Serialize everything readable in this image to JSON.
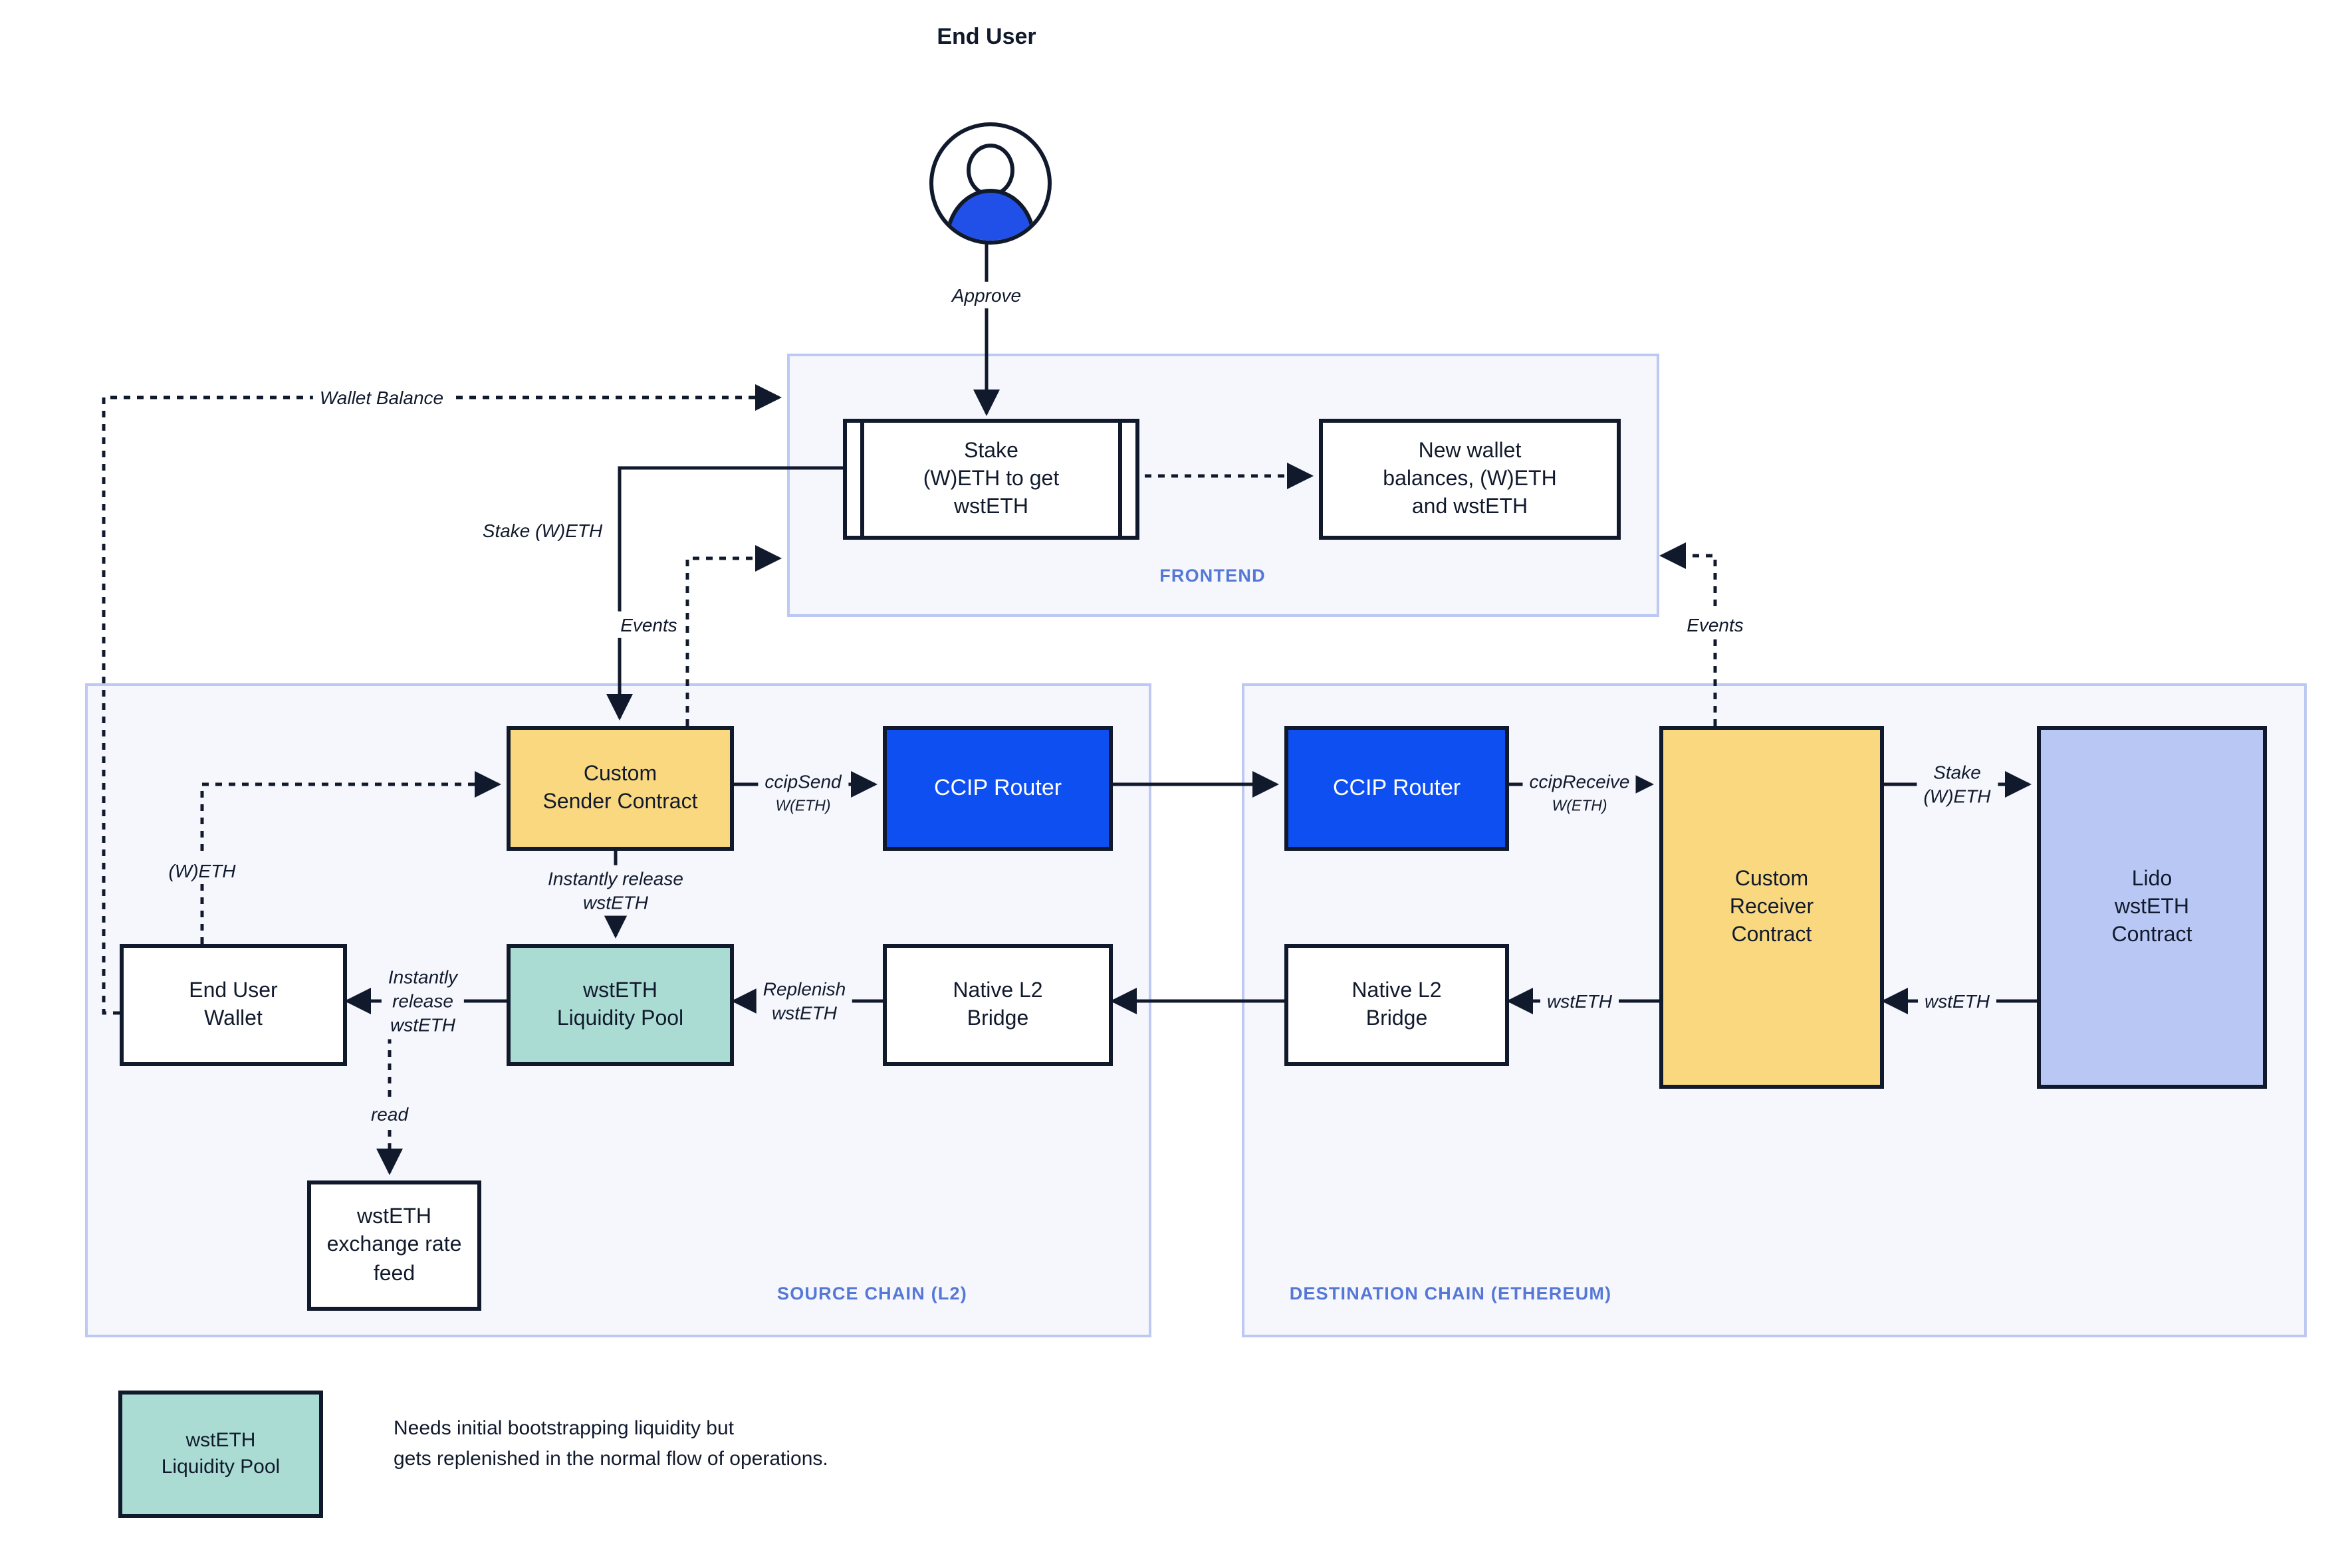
{
  "end_user": {
    "title": "End User",
    "approve_label": "Approve"
  },
  "frontend": {
    "label": "FRONTEND",
    "stake_box": "Stake\n(W)ETH to get\nwstETH",
    "new_wallet_box": "New wallet\nbalances, (W)ETH\nand wstETH"
  },
  "source_chain": {
    "label": "SOURCE CHAIN (L2)",
    "custom_sender": "Custom\nSender Contract",
    "ccip_router": "CCIP Router",
    "end_user_wallet": "End User\nWallet",
    "liquidity_pool": "wstETH\nLiquidity Pool",
    "native_bridge": "Native L2\nBridge",
    "rate_feed": "wstETH\nexchange rate\nfeed"
  },
  "destination_chain": {
    "label": "DESTINATION CHAIN (ETHEREUM)",
    "ccip_router": "CCIP Router",
    "custom_receiver": "Custom\nReceiver\nContract",
    "lido_contract": "Lido\nwstETH\nContract",
    "native_bridge": "Native L2\nBridge"
  },
  "edge_labels": {
    "wallet_balance": "Wallet Balance",
    "stake_weth": "Stake (W)ETH",
    "events_source": "Events",
    "events_destination": "Events",
    "ccip_send": "ccipSend",
    "ccip_send_sub": "W(ETH)",
    "ccip_receive": "ccipReceive",
    "ccip_receive_sub": "W(ETH)",
    "stake_weth_destination": "Stake\n(W)ETH",
    "wsteth_from_lido": "wstETH",
    "wsteth_to_bridge": "wstETH",
    "replenish": "Replenish\nwstETH",
    "instantly_release_vertical": "Instantly release\nwstETH",
    "instantly_release_horizontal": "Instantly\nrelease\nwstETH",
    "weth": "(W)ETH",
    "read": "read"
  },
  "legend": {
    "box_label": "wstETH\nLiquidity Pool",
    "text": "Needs initial bootstrapping liquidity but\ngets replenished in the normal flow of operations."
  },
  "colors": {
    "line_dark": "#111A2C",
    "panel_bg": "#F5F7FD",
    "panel_border": "#BDC9F2",
    "panel_label": "#5577D6",
    "yellow_node": "#FAD880",
    "blue_node": "#0D4FF0",
    "teal_node": "#ABDCD4",
    "periwinkle_node": "#B9C7F4",
    "avatar_blue": "#2150E8"
  }
}
